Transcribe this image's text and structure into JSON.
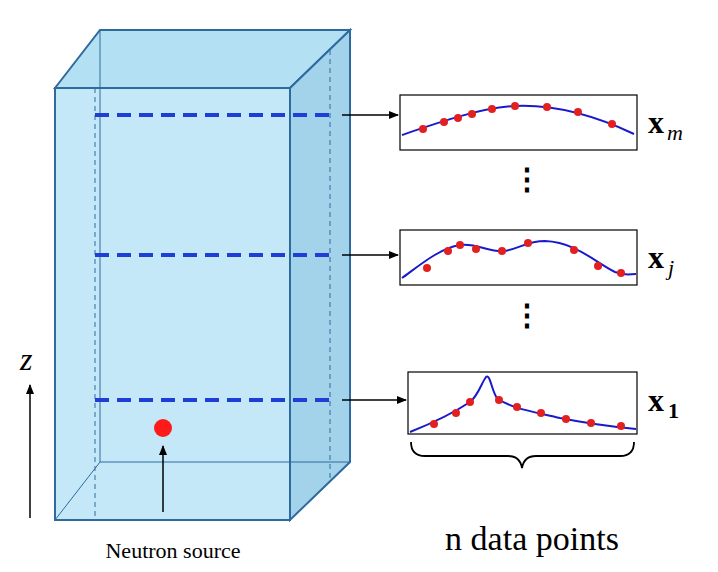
{
  "diagram": {
    "labels": [
      "x",
      "m",
      "⋮",
      "x",
      "j",
      "⋮",
      "x",
      "1",
      "z",
      "n data points",
      "Neutron source"
    ]
  }
}
